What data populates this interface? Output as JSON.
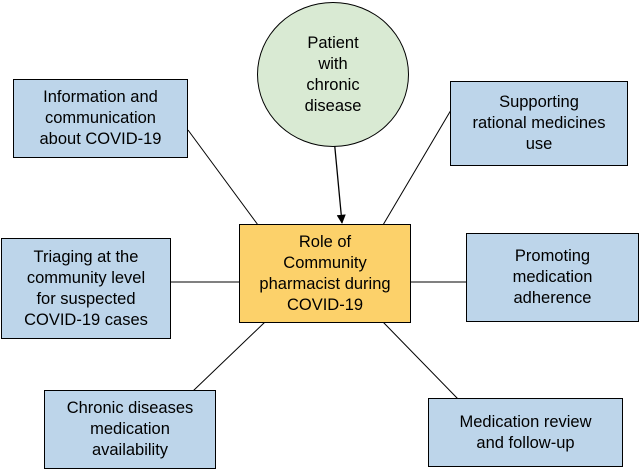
{
  "colors": {
    "box_fill": "#bdd5ea",
    "center_fill": "#fcd16a",
    "circle_fill": "#d9ead3",
    "line": "#000000"
  },
  "nodes": {
    "patient": "Patient\nwith\nchronic\ndisease",
    "center": "Role of\nCommunity\npharmacist during\nCOVID-19",
    "information": "Information and\ncommunication\nabout COVID-19",
    "supporting": "Supporting\nrational medicines\nuse",
    "triaging": "Triaging at the\ncommunity level\nfor suspected\nCOVID-19 cases",
    "adherence": "Promoting\nmedication\nadherence",
    "availability": "Chronic diseases\nmedication\navailability",
    "review": "Medication review\nand follow-up"
  }
}
